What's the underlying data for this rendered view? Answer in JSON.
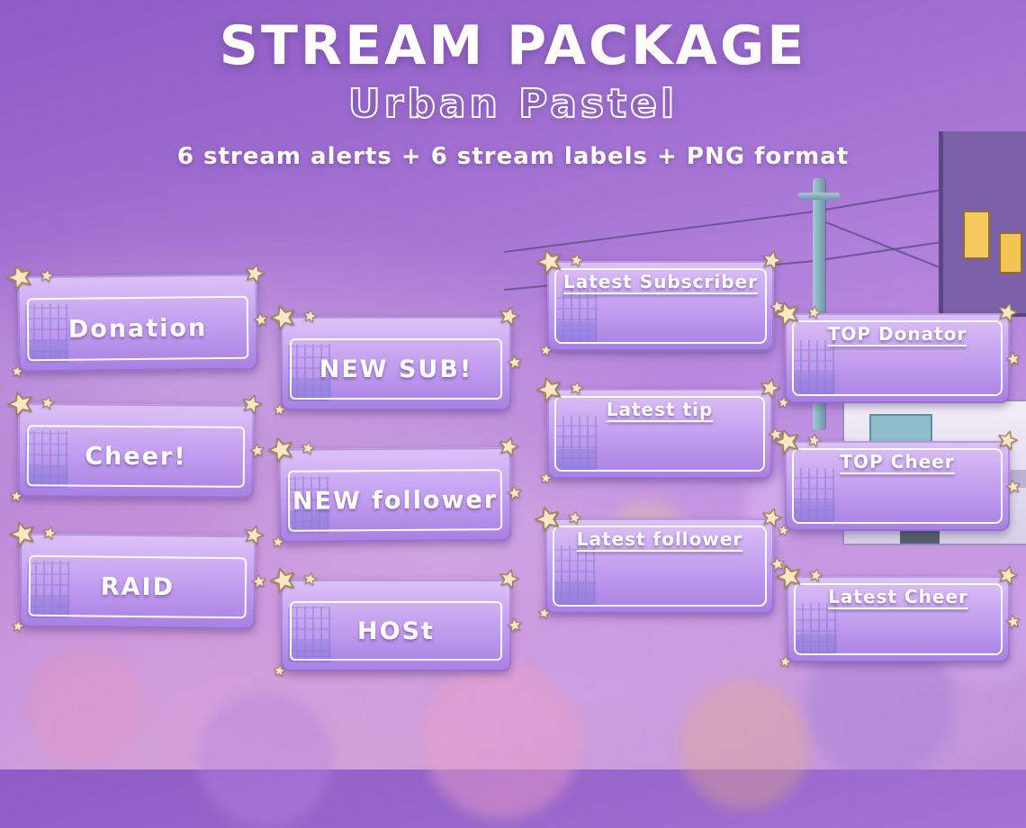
{
  "header": {
    "title": "STREAM PACKAGE",
    "subtitle": "Urban Pastel",
    "tagline": "6 stream alerts + 6 stream labels + PNG format"
  },
  "panels": [
    {
      "key": "donation",
      "type": "alert",
      "label": "Donation"
    },
    {
      "key": "cheer",
      "type": "alert",
      "label": "Cheer!"
    },
    {
      "key": "raid",
      "type": "alert",
      "label": "RAID"
    },
    {
      "key": "new-sub",
      "type": "alert",
      "label": "NEW SUB!"
    },
    {
      "key": "new-follower",
      "type": "alert",
      "label": "NEW follower"
    },
    {
      "key": "host",
      "type": "alert",
      "label": "HOSt"
    },
    {
      "key": "latest-subscriber",
      "type": "label",
      "label": "Latest Subscriber"
    },
    {
      "key": "latest-tip",
      "type": "label",
      "label": "Latest tip"
    },
    {
      "key": "latest-follower",
      "type": "label",
      "label": "Latest follower"
    },
    {
      "key": "top-donator",
      "type": "label",
      "label": "TOP Donator"
    },
    {
      "key": "top-cheer",
      "type": "label",
      "label": "TOP Cheer"
    },
    {
      "key": "latest-cheer",
      "type": "label",
      "label": "Latest Cheer"
    }
  ],
  "colors": {
    "background_purple": "#a678d6",
    "panel_gradient_top": "#dcc2f7",
    "panel_gradient_bottom": "#a87fe3",
    "star_fill": "#f9e8c3",
    "text_color": "#ffffff",
    "window_yellow": "#f5c95e"
  }
}
